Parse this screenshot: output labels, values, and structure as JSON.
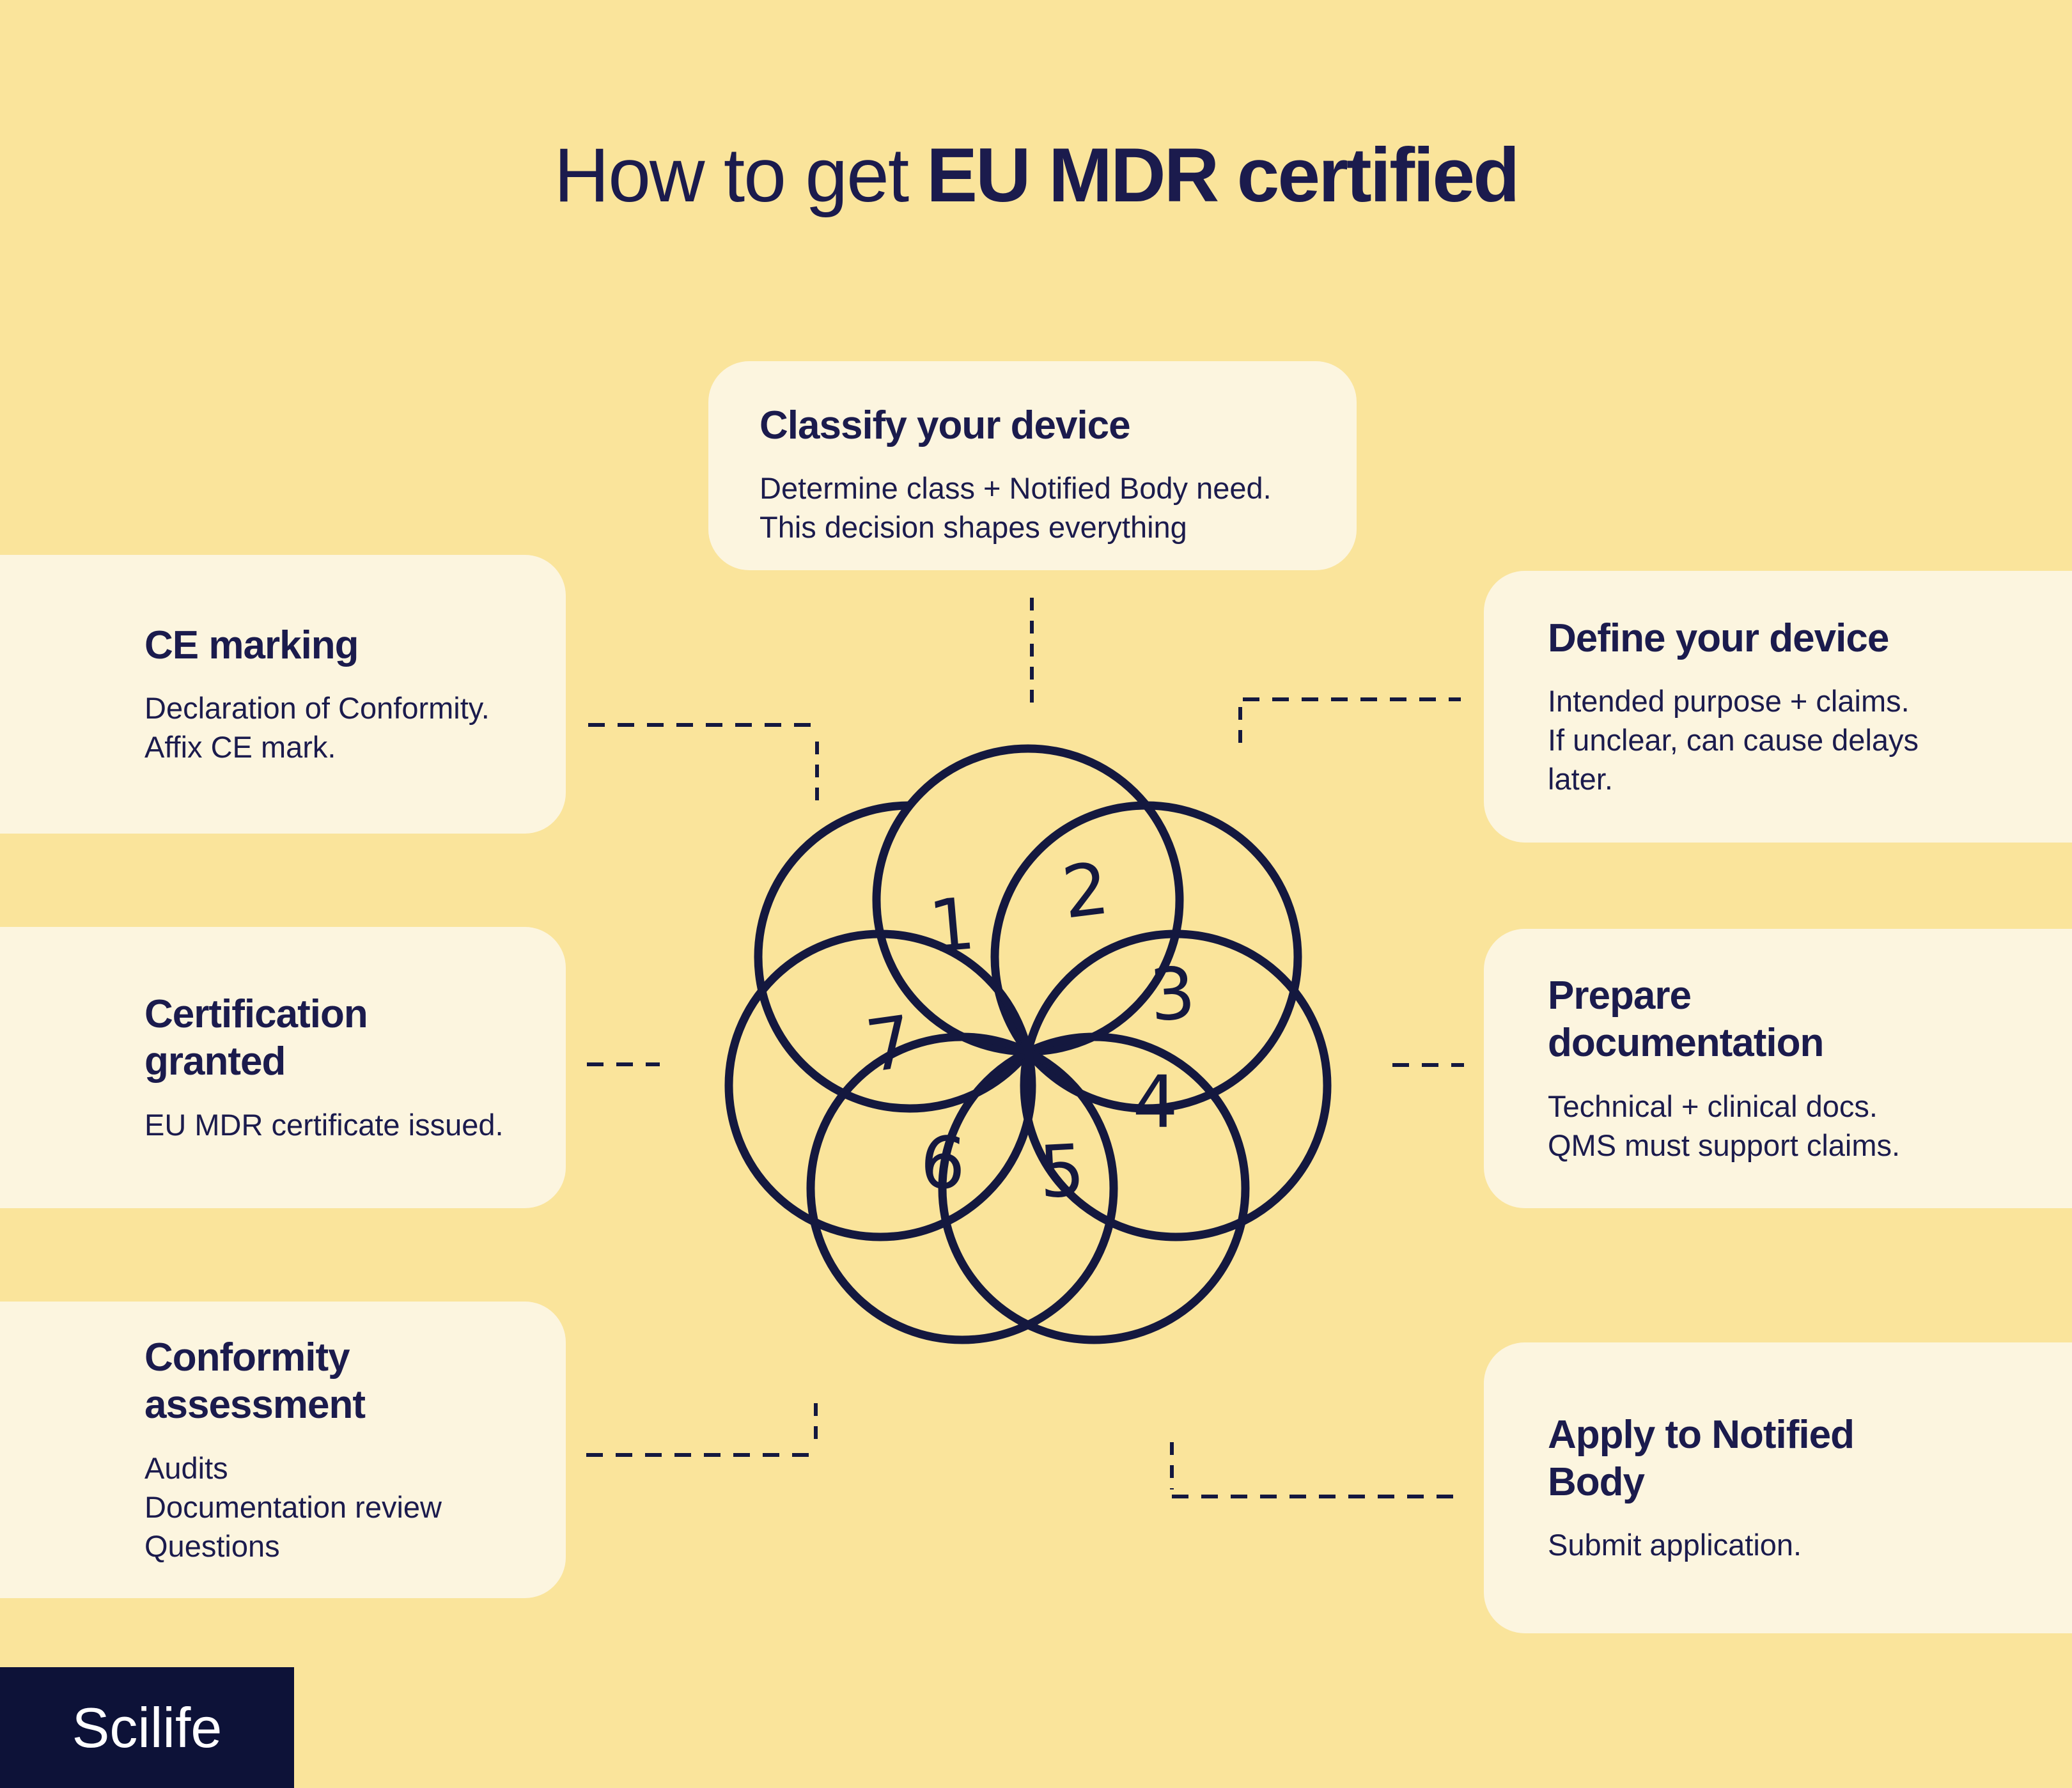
{
  "title": {
    "prefix": "How to get",
    "emphasis": "EU MDR certified"
  },
  "logo": {
    "text": "Scilife"
  },
  "colors": {
    "background": "#FAE49B",
    "card": "#FCF5DF",
    "ink": "#1B1B4D",
    "wheel": "#14183F",
    "logo_bg": "#0D1238",
    "logo_text": "#FFFFFF"
  },
  "wheel": {
    "numbers": [
      "1",
      "2",
      "3",
      "4",
      "5",
      "6",
      "7"
    ]
  },
  "cards": {
    "classify": {
      "heading": "Classify your device",
      "body": "Determine class + Notified Body need.\nThis decision shapes everything"
    },
    "define": {
      "heading": "Define your device",
      "body": "Intended purpose + claims.\nIf unclear, can cause delays\nlater."
    },
    "prepare": {
      "heading": "Prepare\ndocumentation",
      "body": "Technical + clinical docs.\nQMS must support claims."
    },
    "apply": {
      "heading": "Apply to Notified\nBody",
      "body": "Submit application."
    },
    "conformity": {
      "heading": "Conformity\nassessment",
      "body": "Audits\nDocumentation review\nQuestions"
    },
    "granted": {
      "heading": "Certification\ngranted",
      "body": "EU MDR certificate issued."
    },
    "ce": {
      "heading": "CE marking",
      "body": "Declaration of Conformity.\nAffix CE mark."
    }
  }
}
